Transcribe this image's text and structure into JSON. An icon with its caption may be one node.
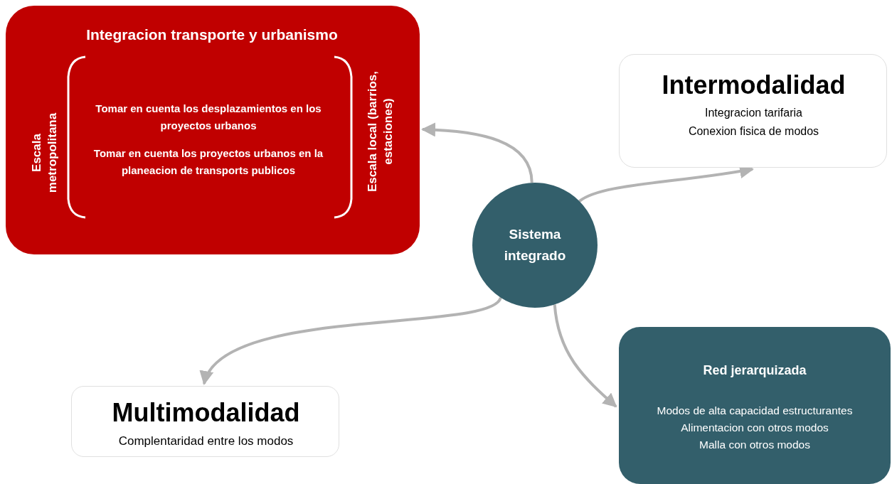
{
  "diagram": {
    "nodes": [
      {
        "text": [
          "Integracion transporte y urbanismo",
          "Escala metropolitana",
          "Tomar en cuenta los desplazamientos en los proyectos urbanos",
          "Tomar en cuenta los proyectos urbanos en la planeacion de transports publicos",
          "Escala local (barrios, estaciones)"
        ]
      },
      {
        "text": [
          "Intermodalidad",
          "Integracion tarifaria",
          "Conexion fisica de modos"
        ]
      },
      {
        "text": [
          "Sistema integrado"
        ]
      },
      {
        "text": [
          "Multimodalidad",
          "Complentaridad entre los modos"
        ]
      },
      {
        "text": [
          "Red jerarquizada",
          "Modos de alta capacidad estructurantes",
          "Alimentacion con otros modos",
          "Malla con otros modos"
        ]
      }
    ],
    "edges": [
      {
        "from": 2,
        "to": 0,
        "arrow": "to"
      },
      {
        "from": 2,
        "to": 1,
        "arrow": "to"
      },
      {
        "from": 2,
        "to": 3,
        "arrow": "to"
      },
      {
        "from": 2,
        "to": 4,
        "arrow": "to"
      }
    ]
  }
}
